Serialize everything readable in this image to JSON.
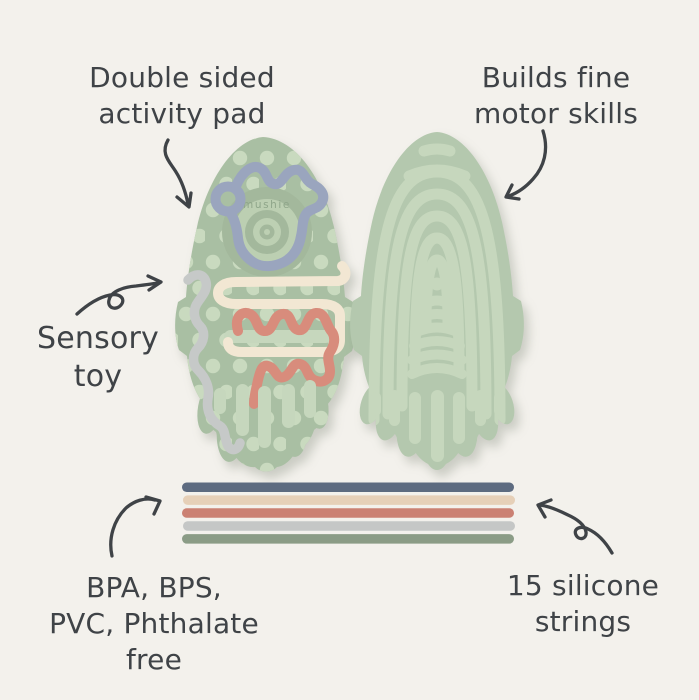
{
  "colors": {
    "background": "#f3f1ec",
    "ink": "#3f4347",
    "pad_front": "#a9bfa3",
    "pad_back": "#b4c8ae",
    "peg": "#c9dabf",
    "ridge": "#c6d7bd",
    "target_plateau": "#bccfb2",
    "target_ring": "#a3b89c",
    "brand_emboss": "#8fa68a",
    "string_blue": "#9aa5be",
    "string_cream": "#f2e7d3",
    "string_salmon": "#d88c7c",
    "string_gray": "#c6c9c8"
  },
  "annotations": {
    "double_sided": {
      "lines": [
        "Double sided",
        "activity pad"
      ]
    },
    "fine_motor": {
      "lines": [
        "Builds fine",
        "motor skills"
      ]
    },
    "sensory": {
      "lines": [
        "Sensory",
        "toy"
      ]
    },
    "bpa_free": {
      "lines": [
        "BPA, BPS,",
        "PVC, Phthalate",
        "free"
      ]
    },
    "strings_label": {
      "lines": [
        "15 silicone",
        "strings"
      ]
    }
  },
  "product": {
    "brand": "mushie"
  },
  "loose_strings": {
    "colors": [
      "#5d6b80",
      "#e6d0b8",
      "#cb8173",
      "#c5c7c6",
      "#8b9c86"
    ]
  }
}
